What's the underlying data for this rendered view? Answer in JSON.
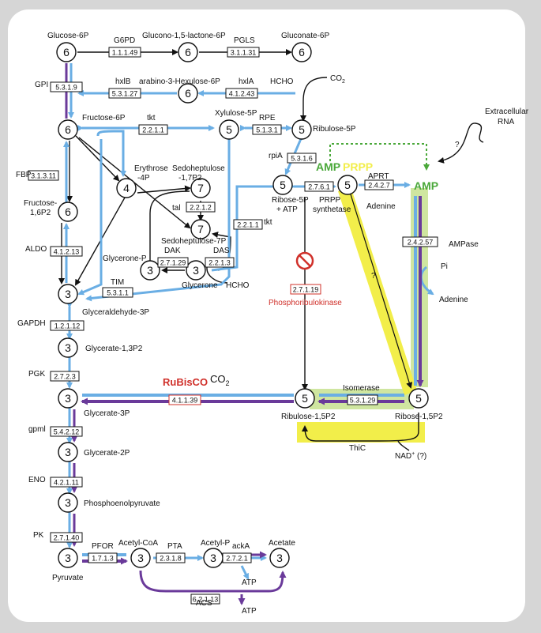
{
  "colors": {
    "blue": "#6aaee4",
    "purple": "#6a3a9a",
    "green": "#4aa83a",
    "yellow": "#f2ee4a",
    "red": "#d0302a",
    "dark": "#111111"
  },
  "nodes": [
    {
      "id": "glucose6p",
      "n": "6"
    },
    {
      "id": "gluconolactone6p",
      "n": "6"
    },
    {
      "id": "gluconate6p",
      "n": "6"
    },
    {
      "id": "arabinohexulose6p",
      "n": "6"
    },
    {
      "id": "fructose6p",
      "n": "6"
    },
    {
      "id": "xylulose5p",
      "n": "5"
    },
    {
      "id": "ribulose5p",
      "n": "5"
    },
    {
      "id": "erythrose4p",
      "n": "4"
    },
    {
      "id": "sedoheptulose17p2",
      "n": "7"
    },
    {
      "id": "sedoheptulose7p",
      "n": "7"
    },
    {
      "id": "ribose5p",
      "n": "5"
    },
    {
      "id": "prpp",
      "n": "5"
    },
    {
      "id": "fructose16p2",
      "n": "6"
    },
    {
      "id": "glyceroneP",
      "n": "3"
    },
    {
      "id": "glycerone",
      "n": "3"
    },
    {
      "id": "glyceraldehyde3p",
      "n": "3"
    },
    {
      "id": "glycerate13p2",
      "n": "3"
    },
    {
      "id": "glycerate3p",
      "n": "3"
    },
    {
      "id": "ribulose15p2",
      "n": "5"
    },
    {
      "id": "ribose15p2",
      "n": "5"
    },
    {
      "id": "glycerate2p",
      "n": "3"
    },
    {
      "id": "pep",
      "n": "3"
    },
    {
      "id": "pyruvate",
      "n": "3"
    },
    {
      "id": "acetylcoa",
      "n": "3"
    },
    {
      "id": "acetylp",
      "n": "3"
    },
    {
      "id": "acetate",
      "n": "3"
    }
  ],
  "labels": {
    "glucose6p": "Glucose-6P",
    "gluconolactone6p": "Glucono-1,5-lactone-6P",
    "gluconate6p": "Gluconate-6P",
    "arabino": "arabino-3-Hexulose-6P",
    "fructose6p": "Fructose-6P",
    "xylulose5p": "Xylulose-5P",
    "ribulose5p": "Ribulose-5P",
    "erythrose_a": "Erythrose",
    "erythrose_b": "-4P",
    "sedo17_a": "Sedoheptulose",
    "sedo17_b": "-1,7P2",
    "fructose16_a": "Fructose-",
    "fructose16_b": "1,6P2",
    "sedo7p": "Sedoheptulose-7P",
    "glyceroneP": "Glycerone-P",
    "glycerone": "Glycerone",
    "hcho_top": "HCHO",
    "hcho_bottom": "HCHO",
    "co2_top": "CO",
    "co2_sub": "2",
    "ribose5p_a": "Ribose-5P",
    "ribose5p_b": "+ ATP",
    "prpp_synth_a": "PRPP",
    "prpp_synth_b": "synthetase",
    "amp_left": "AMP",
    "prpp": "PRPP",
    "amp_right": "AMP",
    "adenine_aprt": "Adenine",
    "extracellular_a": "Extracellular",
    "extracellular_b": "RNA",
    "question_top": "?",
    "question_mid": "?",
    "pi": "Pi",
    "adenine_right": "Adenine",
    "ampase": "AMPase",
    "phosphoribulokinase": "Phosphoribulokinase",
    "glyceraldehyde3p": "Glyceraldehyde-3P",
    "glycerate13p2": "Glycerate-1,3P2",
    "glycerate3p": "Glycerate-3P",
    "rubisco": "RuBisCO",
    "co2_rub": "CO",
    "co2_rub_sub": "2",
    "isomerase": "Isomerase",
    "ribulose15p2": "Ribulose-1,5P2",
    "ribose15p2": "Ribose-1,5P2",
    "thic": "ThiC",
    "nad": "NAD",
    "nad_sup": "+",
    "nad_q": " (?)",
    "glycerate2p": "Glycerate-2P",
    "pep": "Phosphoenolpyruvate",
    "pyruvate": "Pyruvate",
    "acetylcoa": "Acetyl-CoA",
    "acetylp": "Acetyl-P",
    "acetate": "Acetate",
    "atp_acka": "ATP",
    "atp_acs": "ATP"
  },
  "enzymes": {
    "g6pd": "G6PD",
    "pgls": "PGLS",
    "gpi": "GPI",
    "hxlb": "hxlB",
    "hxla": "hxlA",
    "tkt_top": "tkt",
    "rpe": "RPE",
    "rpia": "rpiA",
    "tal": "tal",
    "tkt_side": "tkt",
    "fbp": "FBP",
    "aldo": "ALDO",
    "dak": "DAK",
    "das": "DAS",
    "tim": "TIM",
    "aprt": "APRT",
    "gapdh": "GAPDH",
    "pgk": "PGK",
    "gpml": "gpml",
    "eno": "ENO",
    "pk": "PK",
    "pfor": "PFOR",
    "pta": "PTA",
    "acka": "ackA",
    "acs": "ACS"
  },
  "ec": {
    "g6pd": "1.1.1.49",
    "pgls": "3.1.1.31",
    "gpi": "5.3.1.9",
    "hxlb": "5.3.1.27",
    "hxla": "4.1.2.43",
    "tkt_top": "2.2.1.1",
    "rpe": "5.1.3.1",
    "rpia": "5.3.1.6",
    "prpp": "2.7.6.1",
    "aprt": "2.4.2.7",
    "tal": "2.2.1.2",
    "tkt_side": "2.2.1.1",
    "fbp": "3.1.3.11",
    "aldo": "4.1.2.13",
    "dak": "2.7.1.29",
    "das": "2.2.1.3",
    "tim": "5.3.1.1",
    "ampase": "2.4.2.57",
    "prk": "2.7.1.19",
    "gapdh": "1.2.1.12",
    "pgk": "2.7.2.3",
    "rubisco": "4.1.1.39",
    "isomerase": "5.3.1.29",
    "gpml": "5.4.2.12",
    "eno": "4.2.1.11",
    "pk": "2.7.1.40",
    "pfor": "1.7.1.3",
    "pta": "2.3.1.8",
    "acka": "2.7.2.1",
    "acs": "6.2.1.13"
  }
}
